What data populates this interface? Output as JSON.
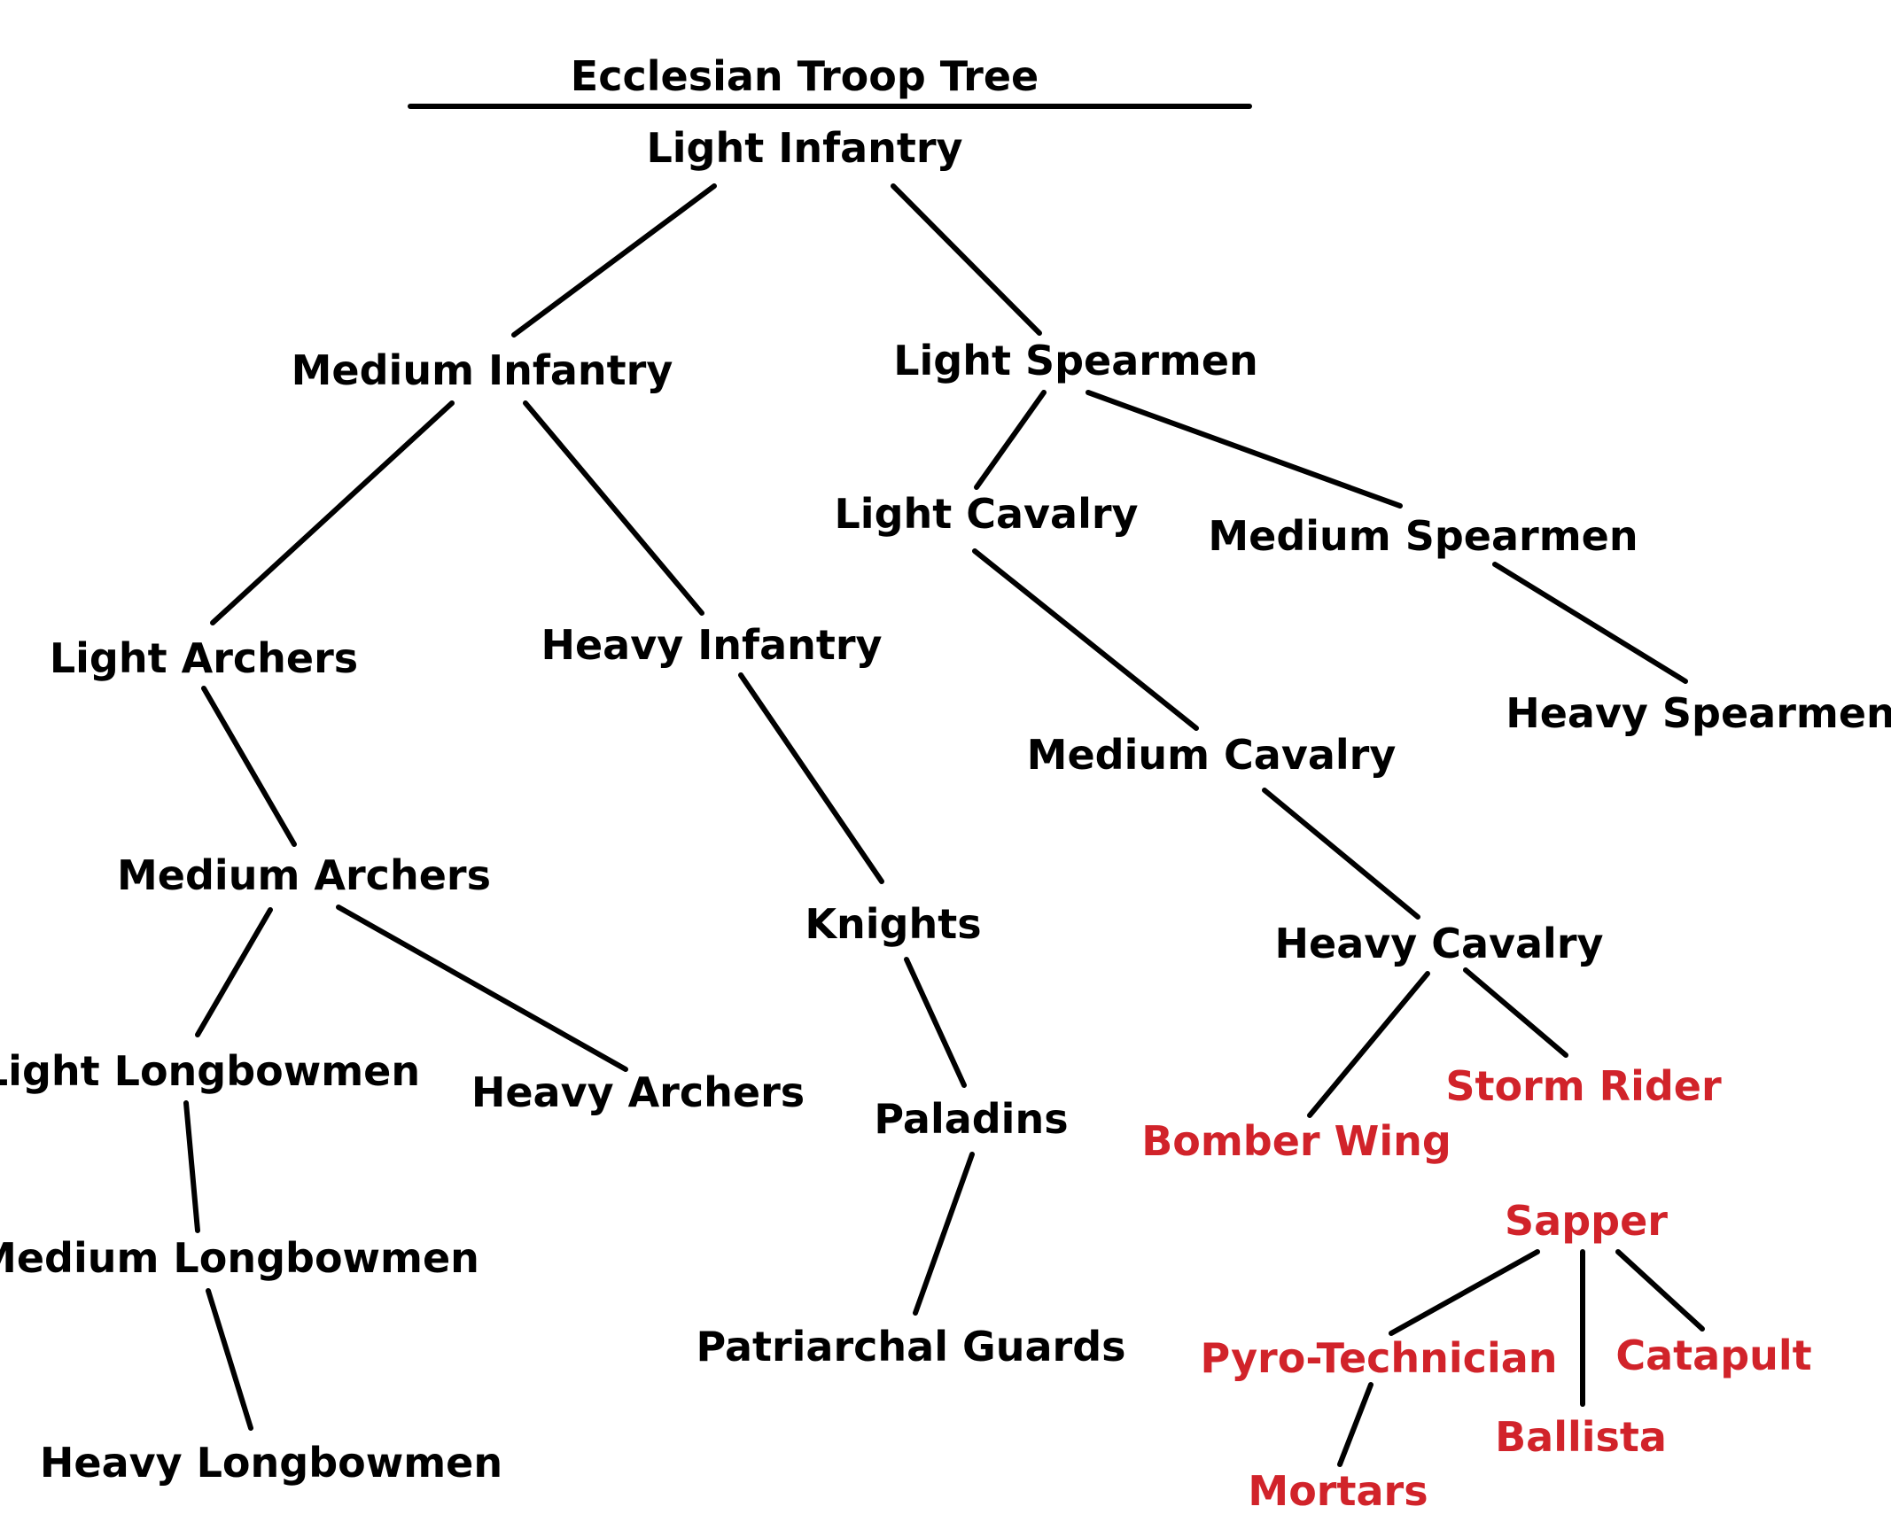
{
  "colors": {
    "normal": "#000000",
    "special": "#d1232a"
  },
  "title": "Ecclesian Troop Tree",
  "nodes": {
    "light_infantry": "Light Infantry",
    "medium_infantry": "Medium Infantry",
    "light_spearmen": "Light Spearmen",
    "light_cavalry": "Light Cavalry",
    "medium_spearmen": "Medium Spearmen",
    "light_archers": "Light Archers",
    "heavy_infantry": "Heavy Infantry",
    "heavy_spearmen": "Heavy Spearmen",
    "medium_cavalry": "Medium Cavalry",
    "medium_archers": "Medium Archers",
    "knights": "Knights",
    "heavy_cavalry": "Heavy Cavalry",
    "light_longbowmen": "Light Longbowmen",
    "heavy_archers": "Heavy Archers",
    "storm_rider": "Storm Rider",
    "paladins": "Paladins",
    "bomber_wing": "Bomber Wing",
    "sapper": "Sapper",
    "medium_longbowmen": "Medium Longbowmen",
    "patriarchal_guards": "Patriarchal Guards",
    "pyro_technician": "Pyro-Technician",
    "catapult": "Catapult",
    "ballista": "Ballista",
    "heavy_longbowmen": "Heavy Longbowmen",
    "mortars": "Mortars"
  },
  "special_units": [
    "storm_rider",
    "bomber_wing",
    "sapper",
    "pyro_technician",
    "catapult",
    "ballista",
    "mortars"
  ],
  "edges": [
    [
      "light_infantry",
      "medium_infantry"
    ],
    [
      "light_infantry",
      "light_spearmen"
    ],
    [
      "medium_infantry",
      "light_archers"
    ],
    [
      "medium_infantry",
      "heavy_infantry"
    ],
    [
      "light_spearmen",
      "light_cavalry"
    ],
    [
      "light_spearmen",
      "medium_spearmen"
    ],
    [
      "medium_spearmen",
      "heavy_spearmen"
    ],
    [
      "light_cavalry",
      "medium_cavalry"
    ],
    [
      "medium_cavalry",
      "heavy_cavalry"
    ],
    [
      "heavy_cavalry",
      "bomber_wing"
    ],
    [
      "heavy_cavalry",
      "storm_rider"
    ],
    [
      "light_archers",
      "medium_archers"
    ],
    [
      "medium_archers",
      "light_longbowmen"
    ],
    [
      "medium_archers",
      "heavy_archers"
    ],
    [
      "light_longbowmen",
      "medium_longbowmen"
    ],
    [
      "medium_longbowmen",
      "heavy_longbowmen"
    ],
    [
      "heavy_infantry",
      "knights"
    ],
    [
      "knights",
      "paladins"
    ],
    [
      "paladins",
      "patriarchal_guards"
    ],
    [
      "sapper",
      "pyro_technician"
    ],
    [
      "sapper",
      "ballista"
    ],
    [
      "sapper",
      "catapult"
    ],
    [
      "pyro_technician",
      "mortars"
    ]
  ]
}
